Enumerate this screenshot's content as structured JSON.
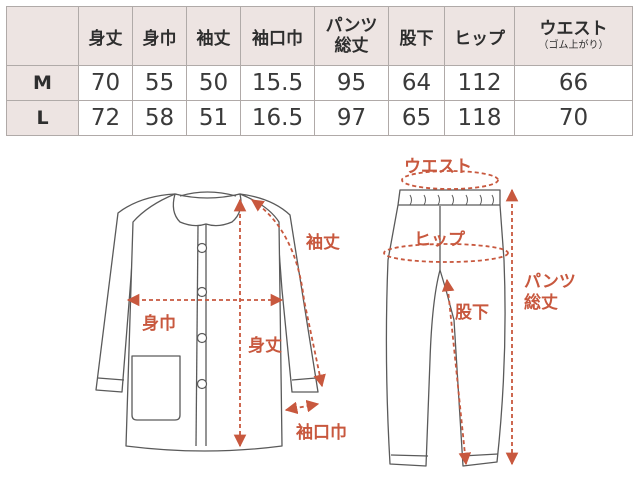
{
  "table": {
    "headers": [
      {
        "key": "shintake",
        "lines": [
          "身丈"
        ]
      },
      {
        "key": "mihaba",
        "lines": [
          "身巾"
        ]
      },
      {
        "key": "yuki",
        "lines": [
          "袖丈"
        ]
      },
      {
        "key": "sodeguchi",
        "lines": [
          "袖口巾"
        ]
      },
      {
        "key": "pants_length",
        "lines": [
          "パンツ",
          "総丈"
        ]
      },
      {
        "key": "inseam",
        "lines": [
          "股下"
        ]
      },
      {
        "key": "hip",
        "lines": [
          "ヒップ"
        ]
      },
      {
        "key": "waist",
        "lines": [
          "ウエスト"
        ],
        "note": "（ゴム上がり）"
      }
    ],
    "rows": [
      {
        "size": "M",
        "values": [
          "70",
          "55",
          "50",
          "15.5",
          "95",
          "64",
          "112",
          "66"
        ]
      },
      {
        "size": "L",
        "values": [
          "72",
          "58",
          "51",
          "16.5",
          "97",
          "65",
          "118",
          "70"
        ]
      }
    ]
  },
  "diagram": {
    "jacket": {
      "sleeve_length": "袖丈",
      "body_width": "身巾",
      "body_length": "身丈",
      "cuff_width": "袖口巾"
    },
    "pants": {
      "waist": "ウエスト",
      "hip": "ヒップ",
      "inseam": "股下",
      "total_length": [
        "パンツ",
        "総丈"
      ]
    },
    "colors": {
      "accent": "#c8583e",
      "header_bg": "#ede4e2",
      "outline": "#5a5a5a",
      "border": "#b0aaa8"
    }
  }
}
